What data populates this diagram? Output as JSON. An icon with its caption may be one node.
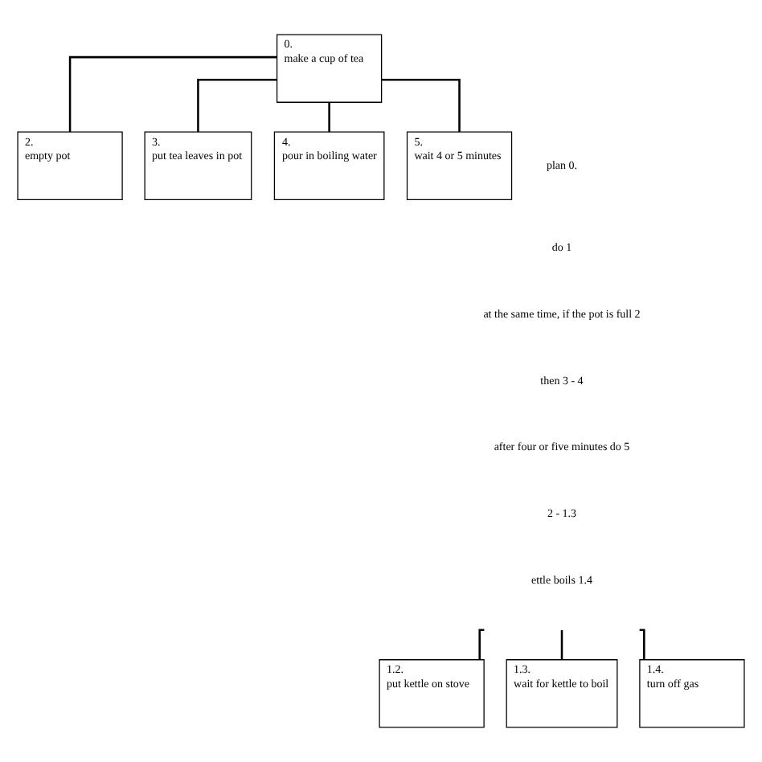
{
  "diagram": {
    "nodes": [
      {
        "text": [
          "0.",
          "make a cup of tea"
        ]
      },
      {
        "text": [
          "2.",
          "empty pot"
        ]
      },
      {
        "text": [
          "3.",
          "put tea leaves in pot"
        ]
      },
      {
        "text": [
          "4.",
          "pour in boiling water"
        ]
      },
      {
        "text": [
          "5.",
          "wait 4 or 5 minutes"
        ]
      },
      {
        "text": [
          "1.2.",
          "put kettle on stove"
        ]
      },
      {
        "text": [
          "1.3.",
          "wait for kettle to boil"
        ]
      },
      {
        "text": [
          "1.4.",
          "turn off gas"
        ]
      }
    ],
    "edges": [
      {
        "from": 0,
        "to": 1,
        "arrow": "none"
      },
      {
        "from": 0,
        "to": 2,
        "arrow": "none"
      },
      {
        "from": 0,
        "to": 3,
        "arrow": "none"
      },
      {
        "from": 0,
        "to": 4,
        "arrow": "none"
      },
      {
        "from": null,
        "to": 5,
        "arrow": "none"
      },
      {
        "from": null,
        "to": 6,
        "arrow": "none"
      },
      {
        "from": null,
        "to": 7,
        "arrow": "none"
      }
    ],
    "labels": [
      "plan 0.",
      "do 1",
      "at the same time, if the pot is full 2",
      "then 3 - 4",
      "after four or five minutes do 5",
      "2 - 1.3",
      "ettle boils 1.4"
    ]
  }
}
